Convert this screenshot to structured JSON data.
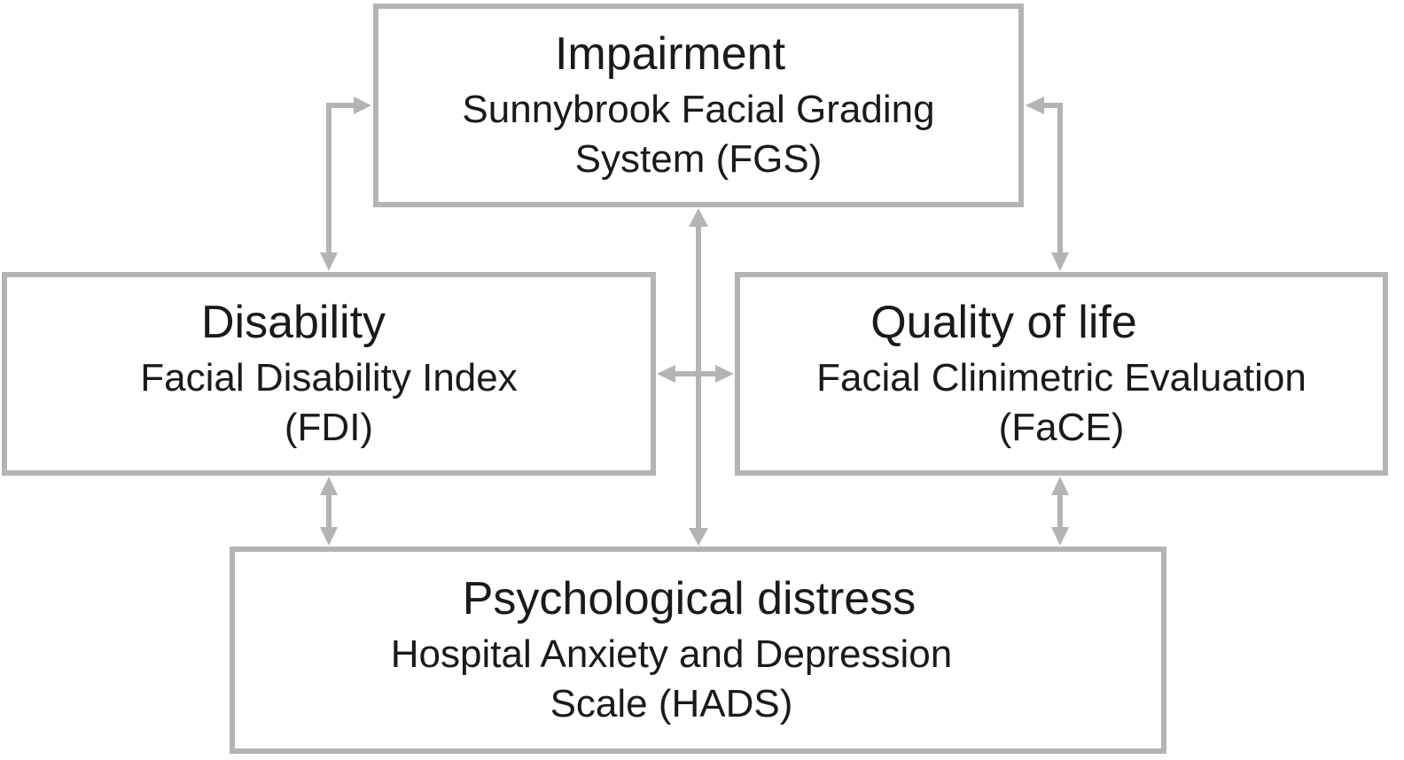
{
  "diagram": {
    "boxes": {
      "impairment": {
        "title": "Impairment",
        "line1": "Sunnybrook Facial Grading",
        "line2": "System (FGS)"
      },
      "disability": {
        "title": "Disability",
        "line1": "Facial Disability Index",
        "line2": "(FDI)"
      },
      "quality_of_life": {
        "title": "Quality of life",
        "line1": "Facial Clinimetric Evaluation",
        "line2": "(FaCE)"
      },
      "psychological_distress": {
        "title": "Psychological distress",
        "line1": "Hospital Anxiety and Depression",
        "line2": "Scale (HADS)"
      }
    },
    "connections": [
      {
        "from": "impairment",
        "to": "disability",
        "bidirectional": true
      },
      {
        "from": "impairment",
        "to": "quality_of_life",
        "bidirectional": true
      },
      {
        "from": "impairment",
        "to": "psychological_distress",
        "bidirectional": true
      },
      {
        "from": "disability",
        "to": "quality_of_life",
        "bidirectional": true
      },
      {
        "from": "disability",
        "to": "psychological_distress",
        "bidirectional": true
      },
      {
        "from": "quality_of_life",
        "to": "psychological_distress",
        "bidirectional": true
      }
    ],
    "colors": {
      "border": "#b4b4b4",
      "arrow": "#b4b4b4",
      "text": "#1a1a1a"
    }
  }
}
